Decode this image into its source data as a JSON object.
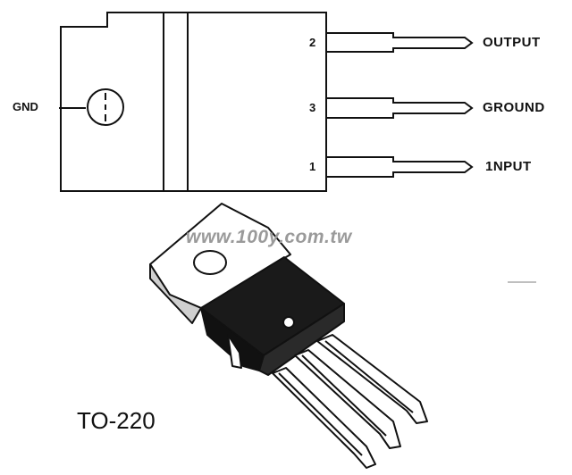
{
  "diagram": {
    "tab_label": "GND",
    "pins": [
      {
        "number": "2",
        "name": "OUTPUT"
      },
      {
        "number": "3",
        "name": "GROUND"
      },
      {
        "number": "1",
        "name": "1NPUT"
      }
    ],
    "watermark": "www.100y.com.tw",
    "package_label": "TO-220",
    "colors": {
      "ink": "#111111",
      "watermark": "#9a9a9a",
      "background": "#ffffff"
    }
  }
}
